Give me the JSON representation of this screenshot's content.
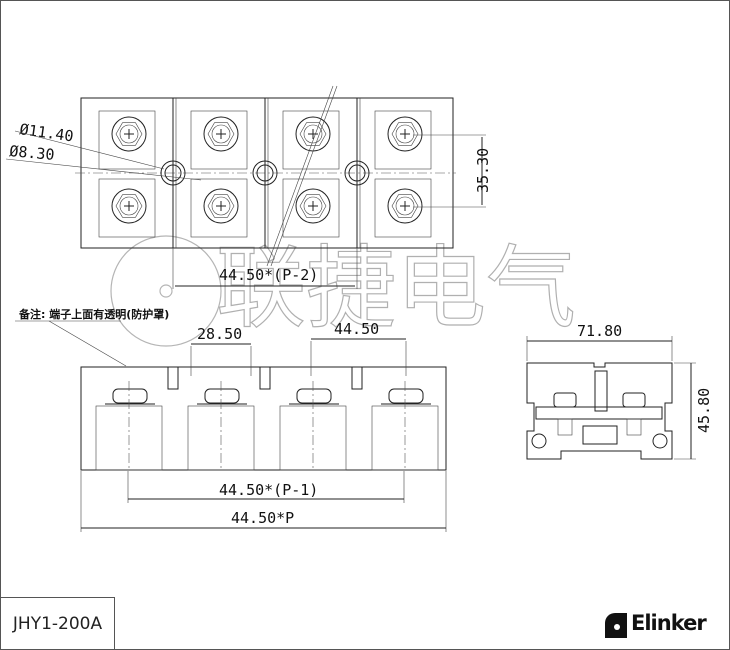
{
  "watermark": {
    "text": "联捷电气"
  },
  "top_view": {
    "dia_outer": "Ø11.40",
    "dia_inner": "Ø8.30",
    "height_dim": "35.30",
    "pitch_dim": "44.50*(P-2)"
  },
  "front_view": {
    "note": "备注: 端子上面有透明(防护罩)",
    "dim_a": "28.50",
    "dim_b": "44.50",
    "dim_p1": "44.50*(P-1)",
    "dim_p": "44.50*P"
  },
  "side_view": {
    "width_dim": "71.80",
    "height_dim": "45.80"
  },
  "footer": {
    "model": "JHY1-200A",
    "brand": "Elinker"
  }
}
